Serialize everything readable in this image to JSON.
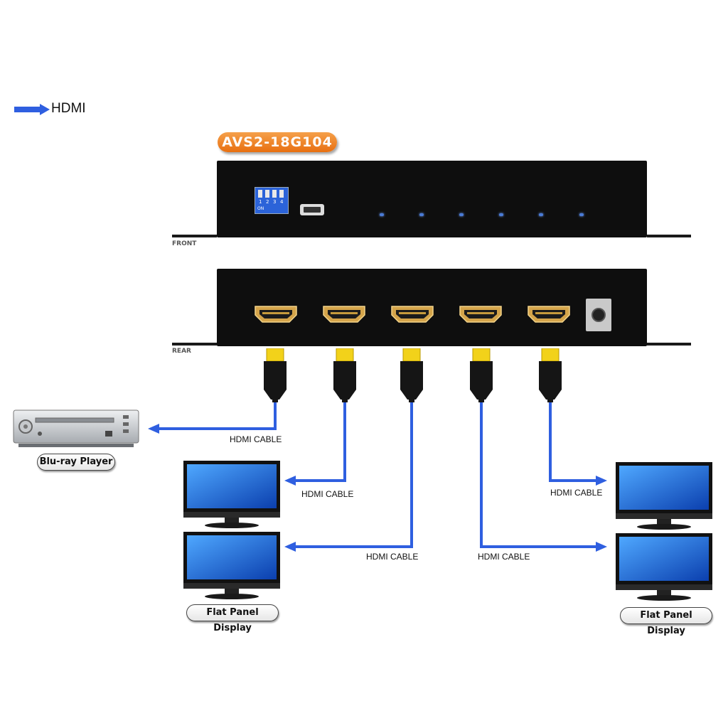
{
  "legend": {
    "label": "HDMI",
    "color": "#2f5fe0",
    "icon": "arrow-right-icon"
  },
  "device": {
    "model": "AVS2-18G104",
    "front_label": "FRONT",
    "rear_label": "REAR",
    "dip_numbers": [
      "1",
      "2",
      "3",
      "4"
    ],
    "dip_on_label": "ON"
  },
  "cables": {
    "label_1": "HDMI CABLE",
    "label_2": "HDMI CABLE",
    "label_3": "HDMI CABLE",
    "label_4": "HDMI CABLE",
    "label_5": "HDMI CABLE"
  },
  "sources": {
    "bluray_label": "Blu-ray Player"
  },
  "displays": {
    "left_label": "Flat Panel Display",
    "right_label": "Flat Panel Display"
  },
  "colors": {
    "cable_blue": "#2f5fe0",
    "badge_orange": "#ee7a1c",
    "port_gold": "#d4a44a"
  }
}
